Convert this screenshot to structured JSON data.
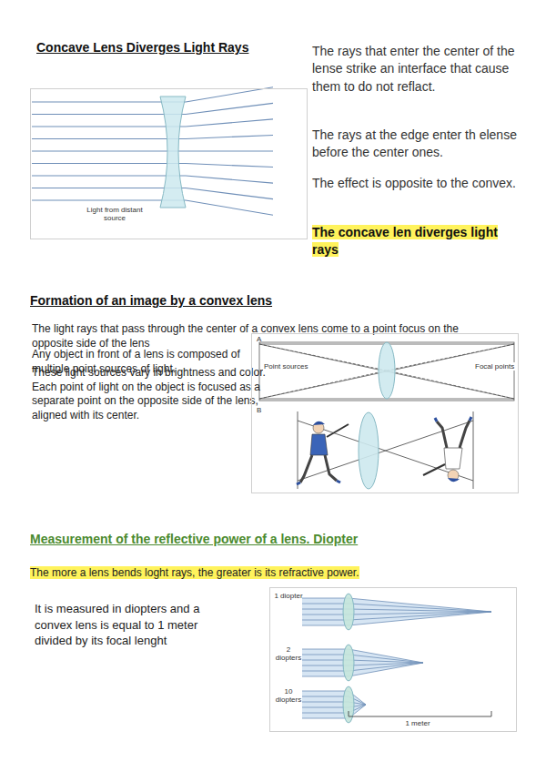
{
  "diagram": {
    "nodes": [
      {
        "text": [
          "Light from distant source"
        ]
      },
      {
        "text": [
          "A",
          "Point sources",
          "Focal points",
          "B"
        ]
      },
      {
        "text": [
          "1 diopter",
          "2 diopters",
          "10 diopters",
          "1 meter"
        ]
      }
    ],
    "labels": [
      "Concave Lens Diverges Light Rays",
      "The rays that enter the center of the lense strike an interface that cause them to do not reflact.",
      "The rays at the edge enter th elense before the center ones.",
      "The effect is opposite to the convex.",
      "The concave len diverges light rays",
      "Formation of an image by a convex lens",
      "The light rays that pass through the center of a convex lens come to a point focus on the opposite side of the lens",
      "Any object in front of a lens is composed of multiple point sources of light.",
      "These light sources vary in brightness and color. Each point of light on the object is focused as a separate point on the opposite side of the lens, aligned with its center.",
      "Measurement of the reflective power of a lens. Diopter",
      "The more a lens bends loght rays, the greater is its refractive power.",
      "It is measured in diopters and a convex lens is equal to 1 meter divided by its focal lenght"
    ]
  }
}
